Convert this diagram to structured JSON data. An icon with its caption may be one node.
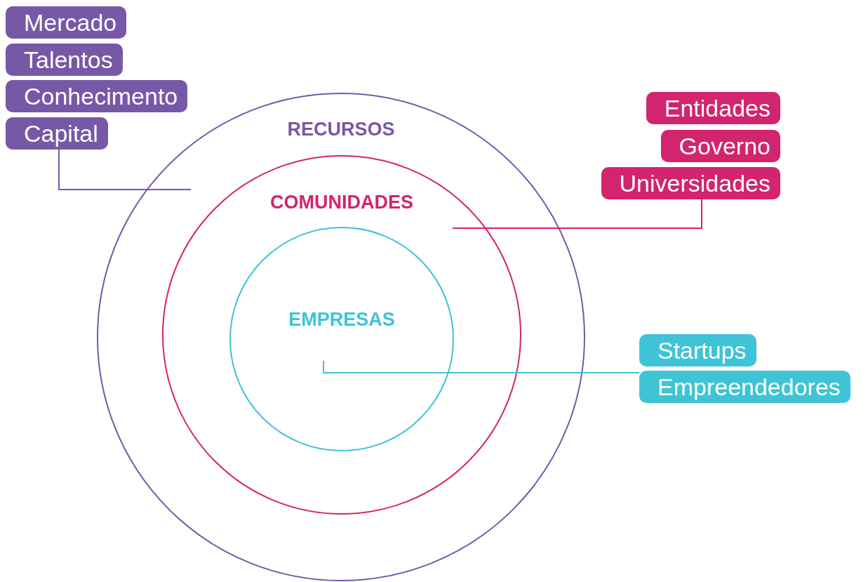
{
  "diagram": {
    "nodes": [
      {
        "text": [
          "Mercado"
        ]
      },
      {
        "text": [
          "Talentos"
        ]
      },
      {
        "text": [
          "Conhecimento"
        ]
      },
      {
        "text": [
          "Capital"
        ]
      },
      {
        "text": [
          "RECURSOS"
        ]
      },
      {
        "text": [
          "COMUNIDADES"
        ],
        "in": 4
      },
      {
        "text": [
          "EMPRESAS"
        ],
        "in": 5
      },
      {
        "text": [
          "Entidades"
        ]
      },
      {
        "text": [
          "Governo"
        ]
      },
      {
        "text": [
          "Universidades"
        ]
      },
      {
        "text": [
          "Startups"
        ]
      },
      {
        "text": [
          "Empreendedores"
        ]
      }
    ],
    "edges": [
      {
        "from": 3,
        "to": 4,
        "arrow": "none",
        "color": "#7758a7"
      },
      {
        "from": 9,
        "to": 5,
        "arrow": "none",
        "color": "#d2246f"
      },
      {
        "from": 11,
        "to": 6,
        "arrow": "none",
        "color": "#3fc3d6"
      }
    ]
  }
}
